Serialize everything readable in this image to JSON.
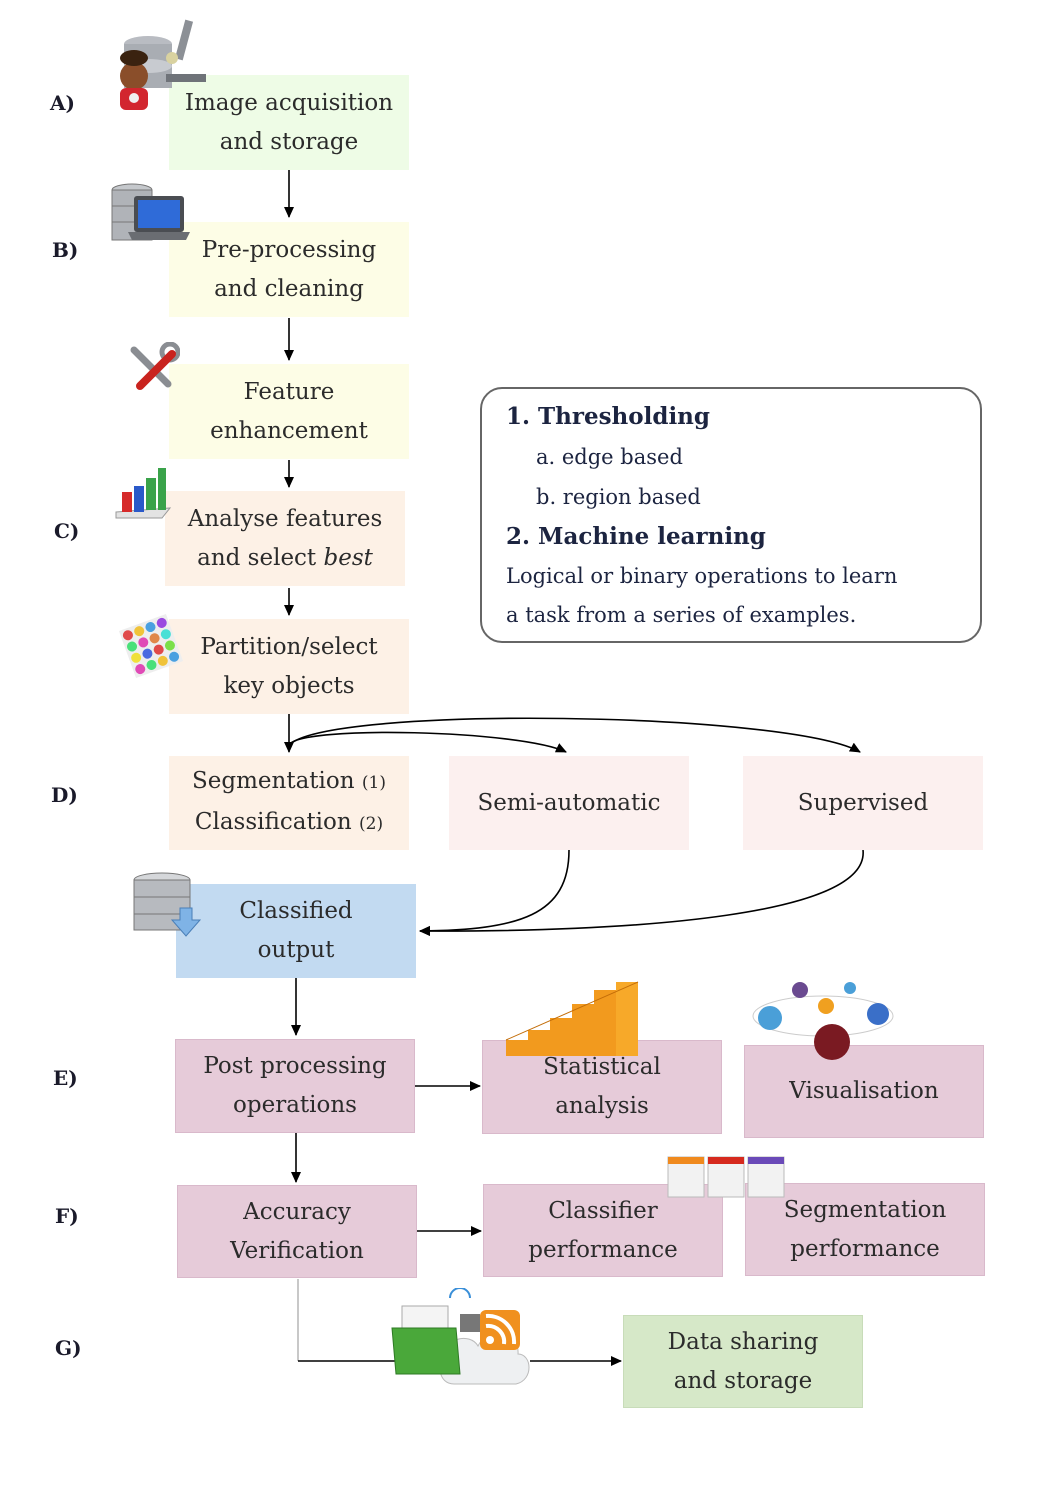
{
  "stages": [
    {
      "id": "A",
      "label": "A)"
    },
    {
      "id": "B",
      "label": "B)"
    },
    {
      "id": "C",
      "label": "C)"
    },
    {
      "id": "D",
      "label": "D)"
    },
    {
      "id": "E",
      "label": "E)"
    },
    {
      "id": "F",
      "label": "F)"
    },
    {
      "id": "G",
      "label": "G)"
    }
  ],
  "boxes": {
    "image_acquisition": {
      "line1": "Image acquisition",
      "line2": "and storage"
    },
    "preprocessing": {
      "line1": "Pre-processing",
      "line2": "and cleaning"
    },
    "feature_enhancement": {
      "line1": "Feature",
      "line2": "enhancement"
    },
    "analyse_features": {
      "line1": "Analyse features",
      "line2a": "and select ",
      "line2b": "best"
    },
    "partition": {
      "line1": "Partition/select",
      "line2": "key objects"
    },
    "segmentation": {
      "line1": "Segmentation",
      "line1_tag": "(1)",
      "line2": "Classification",
      "line2_tag": "(2)"
    },
    "semi_automatic": {
      "line1": "Semi-automatic"
    },
    "supervised": {
      "line1": "Supervised"
    },
    "classified_output": {
      "line1": "Classified",
      "line2": "output"
    },
    "post_processing": {
      "line1": "Post processing",
      "line2": "operations"
    },
    "statistical_analysis": {
      "line1": "Statistical",
      "line2": "analysis"
    },
    "visualisation": {
      "line1": "Visualisation"
    },
    "accuracy_verification": {
      "line1": "Accuracy",
      "line2": "Verification"
    },
    "classifier_performance": {
      "line1": "Classifier",
      "line2": "performance"
    },
    "segmentation_performance": {
      "line1": "Segmentation",
      "line2": "performance"
    },
    "data_sharing": {
      "line1": "Data sharing",
      "line2": "and storage"
    }
  },
  "note": {
    "item1": "1. Thresholding",
    "item1a": "a. edge based",
    "item1b": "b. region based",
    "item2": "2. Machine learning",
    "item2_text1": "Logical or binary operations to learn",
    "item2_text2": "a task from a series of examples."
  },
  "icons": [
    "scientist-microscope-icon",
    "database-laptop-icon",
    "tools-icon",
    "bar-chart-icon",
    "mosaic-icon",
    "database-download-icon",
    "stairs-chart-icon",
    "orbit-spheres-icon",
    "window-tiles-icon",
    "folder-cloud-rss-icon"
  ],
  "colors": {
    "green": "#eefce6",
    "yellow": "#fdfde6",
    "peach": "#fdf1e6",
    "pink": "#fcf0ef",
    "blue": "#c2daf1",
    "mauve": "#e6cbd9",
    "sage": "#d6e8c8"
  }
}
